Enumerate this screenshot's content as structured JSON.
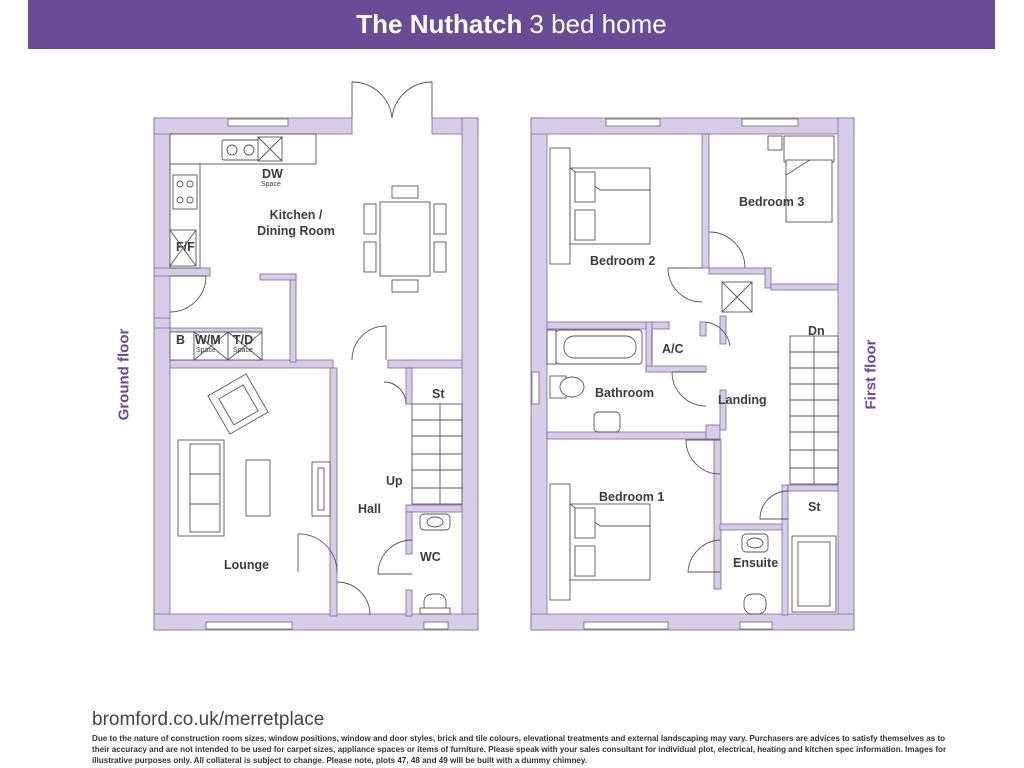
{
  "header": {
    "title_bold": "The Nuthatch",
    "title_rest": "3 bed home"
  },
  "floors": {
    "ground_label": "Ground floor",
    "first_label": "First floor"
  },
  "ground_rooms": {
    "kitchen_line1": "Kitchen /",
    "kitchen_line2": "Dining Room",
    "dw": "DW",
    "dw_sub": "Space",
    "ff": "F/F",
    "b": "B",
    "wm": "W/M",
    "wm_sub": "Space",
    "td": "T/D",
    "td_sub": "Space",
    "st": "St",
    "up": "Up",
    "hall": "Hall",
    "wc": "WC",
    "lounge": "Lounge"
  },
  "first_rooms": {
    "bedroom2": "Bedroom 2",
    "bedroom3": "Bedroom 3",
    "ac": "A/C",
    "dn": "Dn",
    "bathroom": "Bathroom",
    "landing": "Landing",
    "bedroom1": "Bedroom 1",
    "st": "St",
    "ensuite": "Ensuite"
  },
  "colors": {
    "accent": "#6a4b96",
    "wall": "#d7cde8",
    "line": "#555555"
  },
  "footer": {
    "url": "bromford.co.uk/merretplace",
    "disclaimer": "Due to the nature of construction room sizes, window positions, window and door styles, brick and tile colours, elevational treatments and external landscaping may vary. Purchasers are advices to satisfy themselves as to their accuracy and are not intended to be used for carpet sizes, appliance spaces or items of furniture. Please speak with your sales consultant for individual plot, electrical, heating and kitchen spec information. Images for illustrative purposes only. All collateral is subject to change. Please note, plots 47, 48 and 49 will be built with a dummy chimney."
  }
}
